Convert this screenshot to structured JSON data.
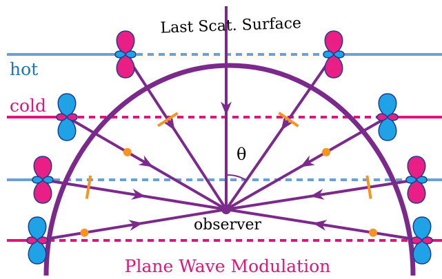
{
  "title": "Last Scat. Surface",
  "labels": {
    "hot": "hot",
    "cold": "cold",
    "observer": "observer",
    "theta": "θ",
    "footer": "Plane Wave Modulation"
  },
  "colors": {
    "purple": "#7b2a8c",
    "hot": "#6c9fd3",
    "cold": "#e3137d",
    "lobe_pink": "#ea1f86",
    "lobe_blue": "#1fa2e6",
    "marker": "#f7941d"
  },
  "icons": [
    "quadrupole-lobe-icon",
    "arrowhead-icon",
    "tick-mark-icon",
    "dot-marker-icon"
  ]
}
